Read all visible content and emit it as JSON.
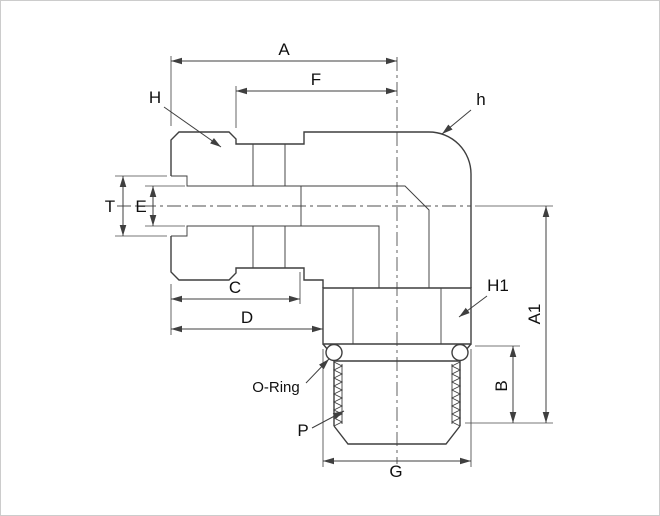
{
  "labels": {
    "A": "A",
    "F": "F",
    "H": "H",
    "h": "h",
    "T": "T",
    "E": "E",
    "C": "C",
    "D": "D",
    "H1": "H1",
    "A1": "A1",
    "B": "B",
    "o_ring": "O-Ring",
    "P": "P",
    "G": "G"
  },
  "colors": {
    "line": "#3f3f3f",
    "text": "#101010",
    "background": "#ffffff"
  }
}
